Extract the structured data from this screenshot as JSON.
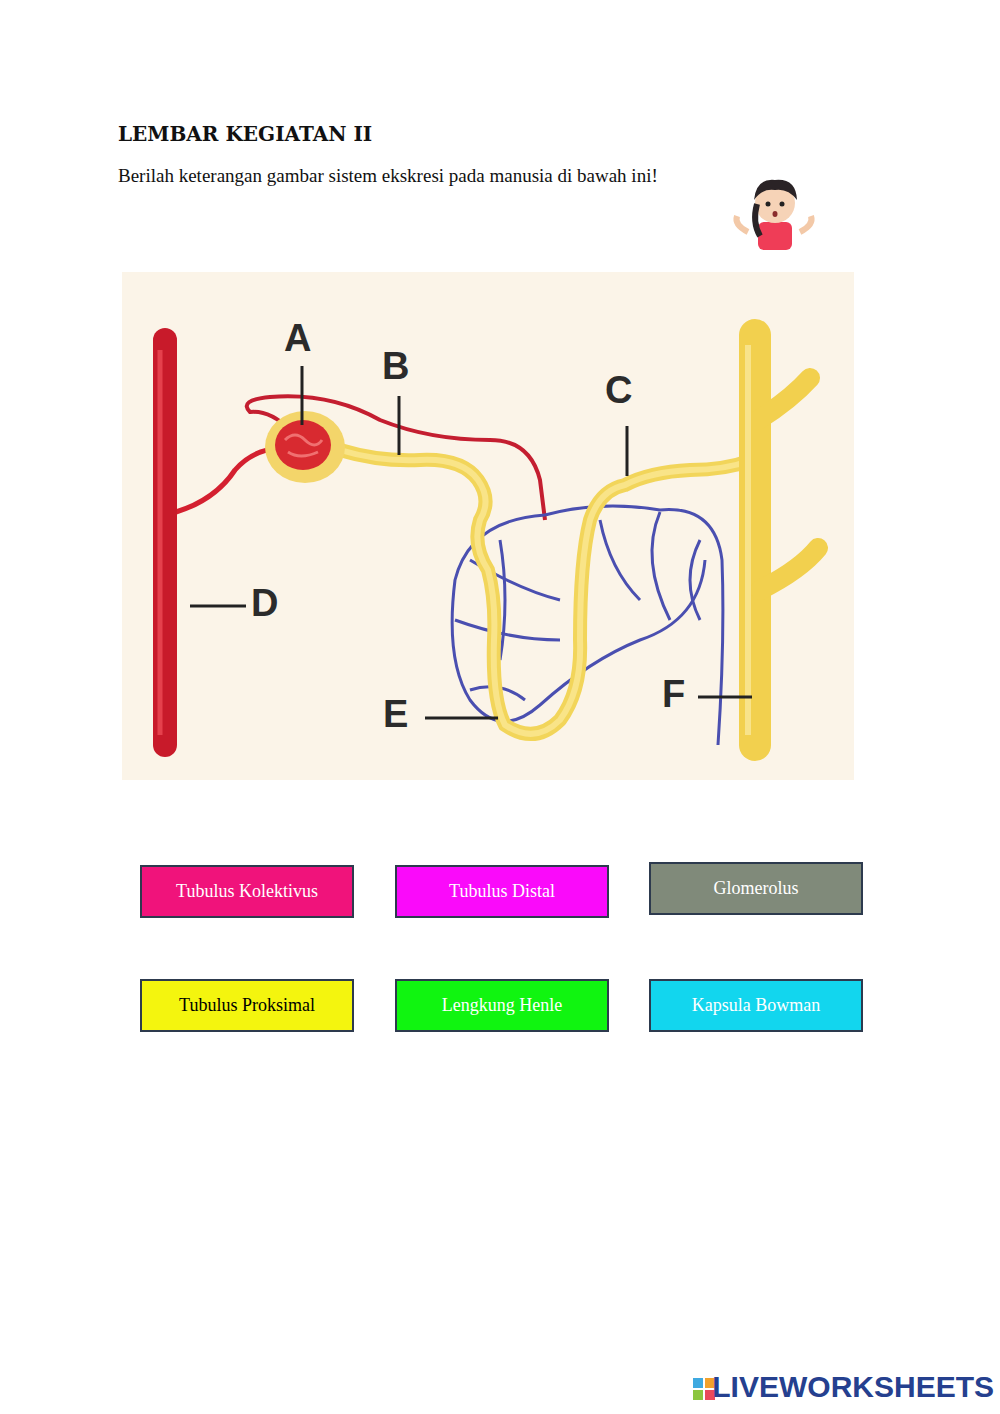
{
  "diagram": {
    "title": "LEMBAR KEGIATAN II",
    "nodes": [
      {
        "text": [
          "Tubulus Kolektivus"
        ]
      },
      {
        "text": [
          "Tubulus Distal"
        ]
      },
      {
        "text": [
          "Glomerolus"
        ]
      },
      {
        "text": [
          "Tubulus Proksimal"
        ]
      },
      {
        "text": [
          "Lengkung Henle"
        ]
      },
      {
        "text": [
          "Kapsula Bowman"
        ]
      }
    ],
    "labels": [
      "Berilah keterangan gambar sistem ekskresi pada manusia di bawah ini!",
      "A",
      "B",
      "C",
      "D",
      "E",
      "F",
      "LIVEWORKSHEETS"
    ]
  }
}
